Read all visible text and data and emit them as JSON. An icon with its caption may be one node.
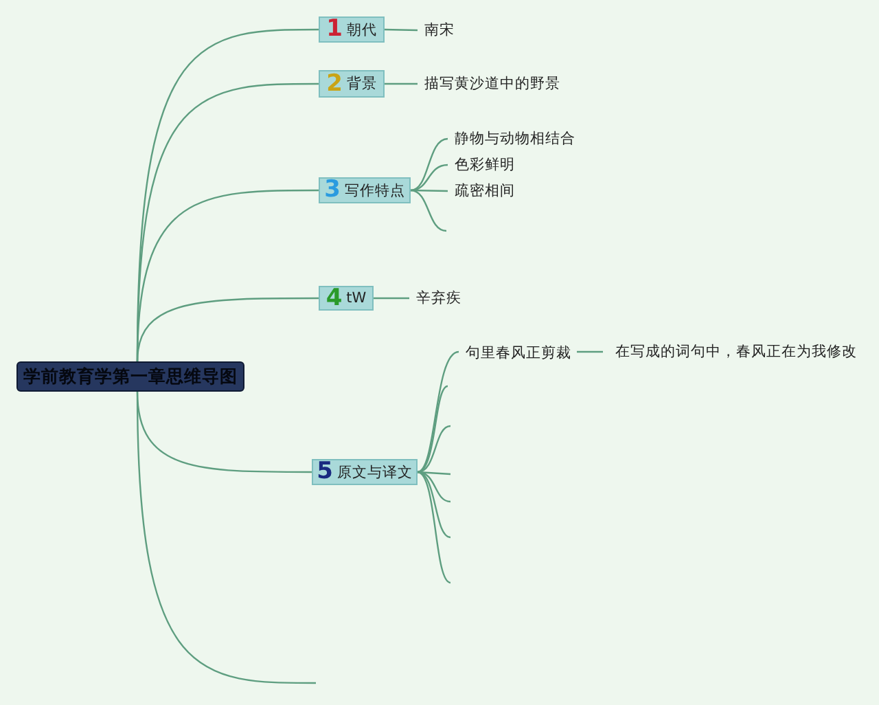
{
  "diagram": {
    "nodes": [
      {
        "text": [
          "学前教育学第一章思维导图"
        ]
      },
      {
        "text": [
          "1",
          "朝代"
        ]
      },
      {
        "text": [
          "南宋"
        ]
      },
      {
        "text": [
          "2",
          "背景"
        ]
      },
      {
        "text": [
          "描写黄沙道中的野景"
        ]
      },
      {
        "text": [
          "3",
          "写作特点"
        ]
      },
      {
        "text": [
          "静物与动物相结合"
        ]
      },
      {
        "text": [
          "色彩鲜明"
        ]
      },
      {
        "text": [
          "疏密相间"
        ]
      },
      {
        "text": [
          "4",
          "tW"
        ]
      },
      {
        "text": [
          "辛弃疾"
        ]
      },
      {
        "text": [
          "5",
          "原文与译文"
        ]
      },
      {
        "text": [
          "句里春风正剪裁"
        ]
      },
      {
        "text": [
          "在写成的词句中，春风正在为我修改"
        ]
      }
    ],
    "edges": [
      {
        "from": 0,
        "to": 1,
        "arrow": "none"
      },
      {
        "from": 0,
        "to": 3,
        "arrow": "none"
      },
      {
        "from": 0,
        "to": 5,
        "arrow": "none"
      },
      {
        "from": 0,
        "to": 9,
        "arrow": "none"
      },
      {
        "from": 0,
        "to": 11,
        "arrow": "none"
      },
      {
        "from": 0,
        "to": null,
        "arrow": "none"
      },
      {
        "from": 1,
        "to": 2,
        "arrow": "none"
      },
      {
        "from": 3,
        "to": 4,
        "arrow": "none"
      },
      {
        "from": 5,
        "to": 6,
        "arrow": "none"
      },
      {
        "from": 5,
        "to": 7,
        "arrow": "none"
      },
      {
        "from": 5,
        "to": 8,
        "arrow": "none"
      },
      {
        "from": 5,
        "to": null,
        "arrow": "none"
      },
      {
        "from": 9,
        "to": 10,
        "arrow": "none"
      },
      {
        "from": 11,
        "to": 12,
        "arrow": "none"
      },
      {
        "from": 11,
        "to": null,
        "arrow": "none"
      },
      {
        "from": 11,
        "to": null,
        "arrow": "none"
      },
      {
        "from": 11,
        "to": null,
        "arrow": "none"
      },
      {
        "from": 11,
        "to": null,
        "arrow": "none"
      },
      {
        "from": 11,
        "to": null,
        "arrow": "none"
      },
      {
        "from": 11,
        "to": null,
        "arrow": "none"
      },
      {
        "from": 12,
        "to": 13,
        "arrow": "none"
      }
    ]
  }
}
